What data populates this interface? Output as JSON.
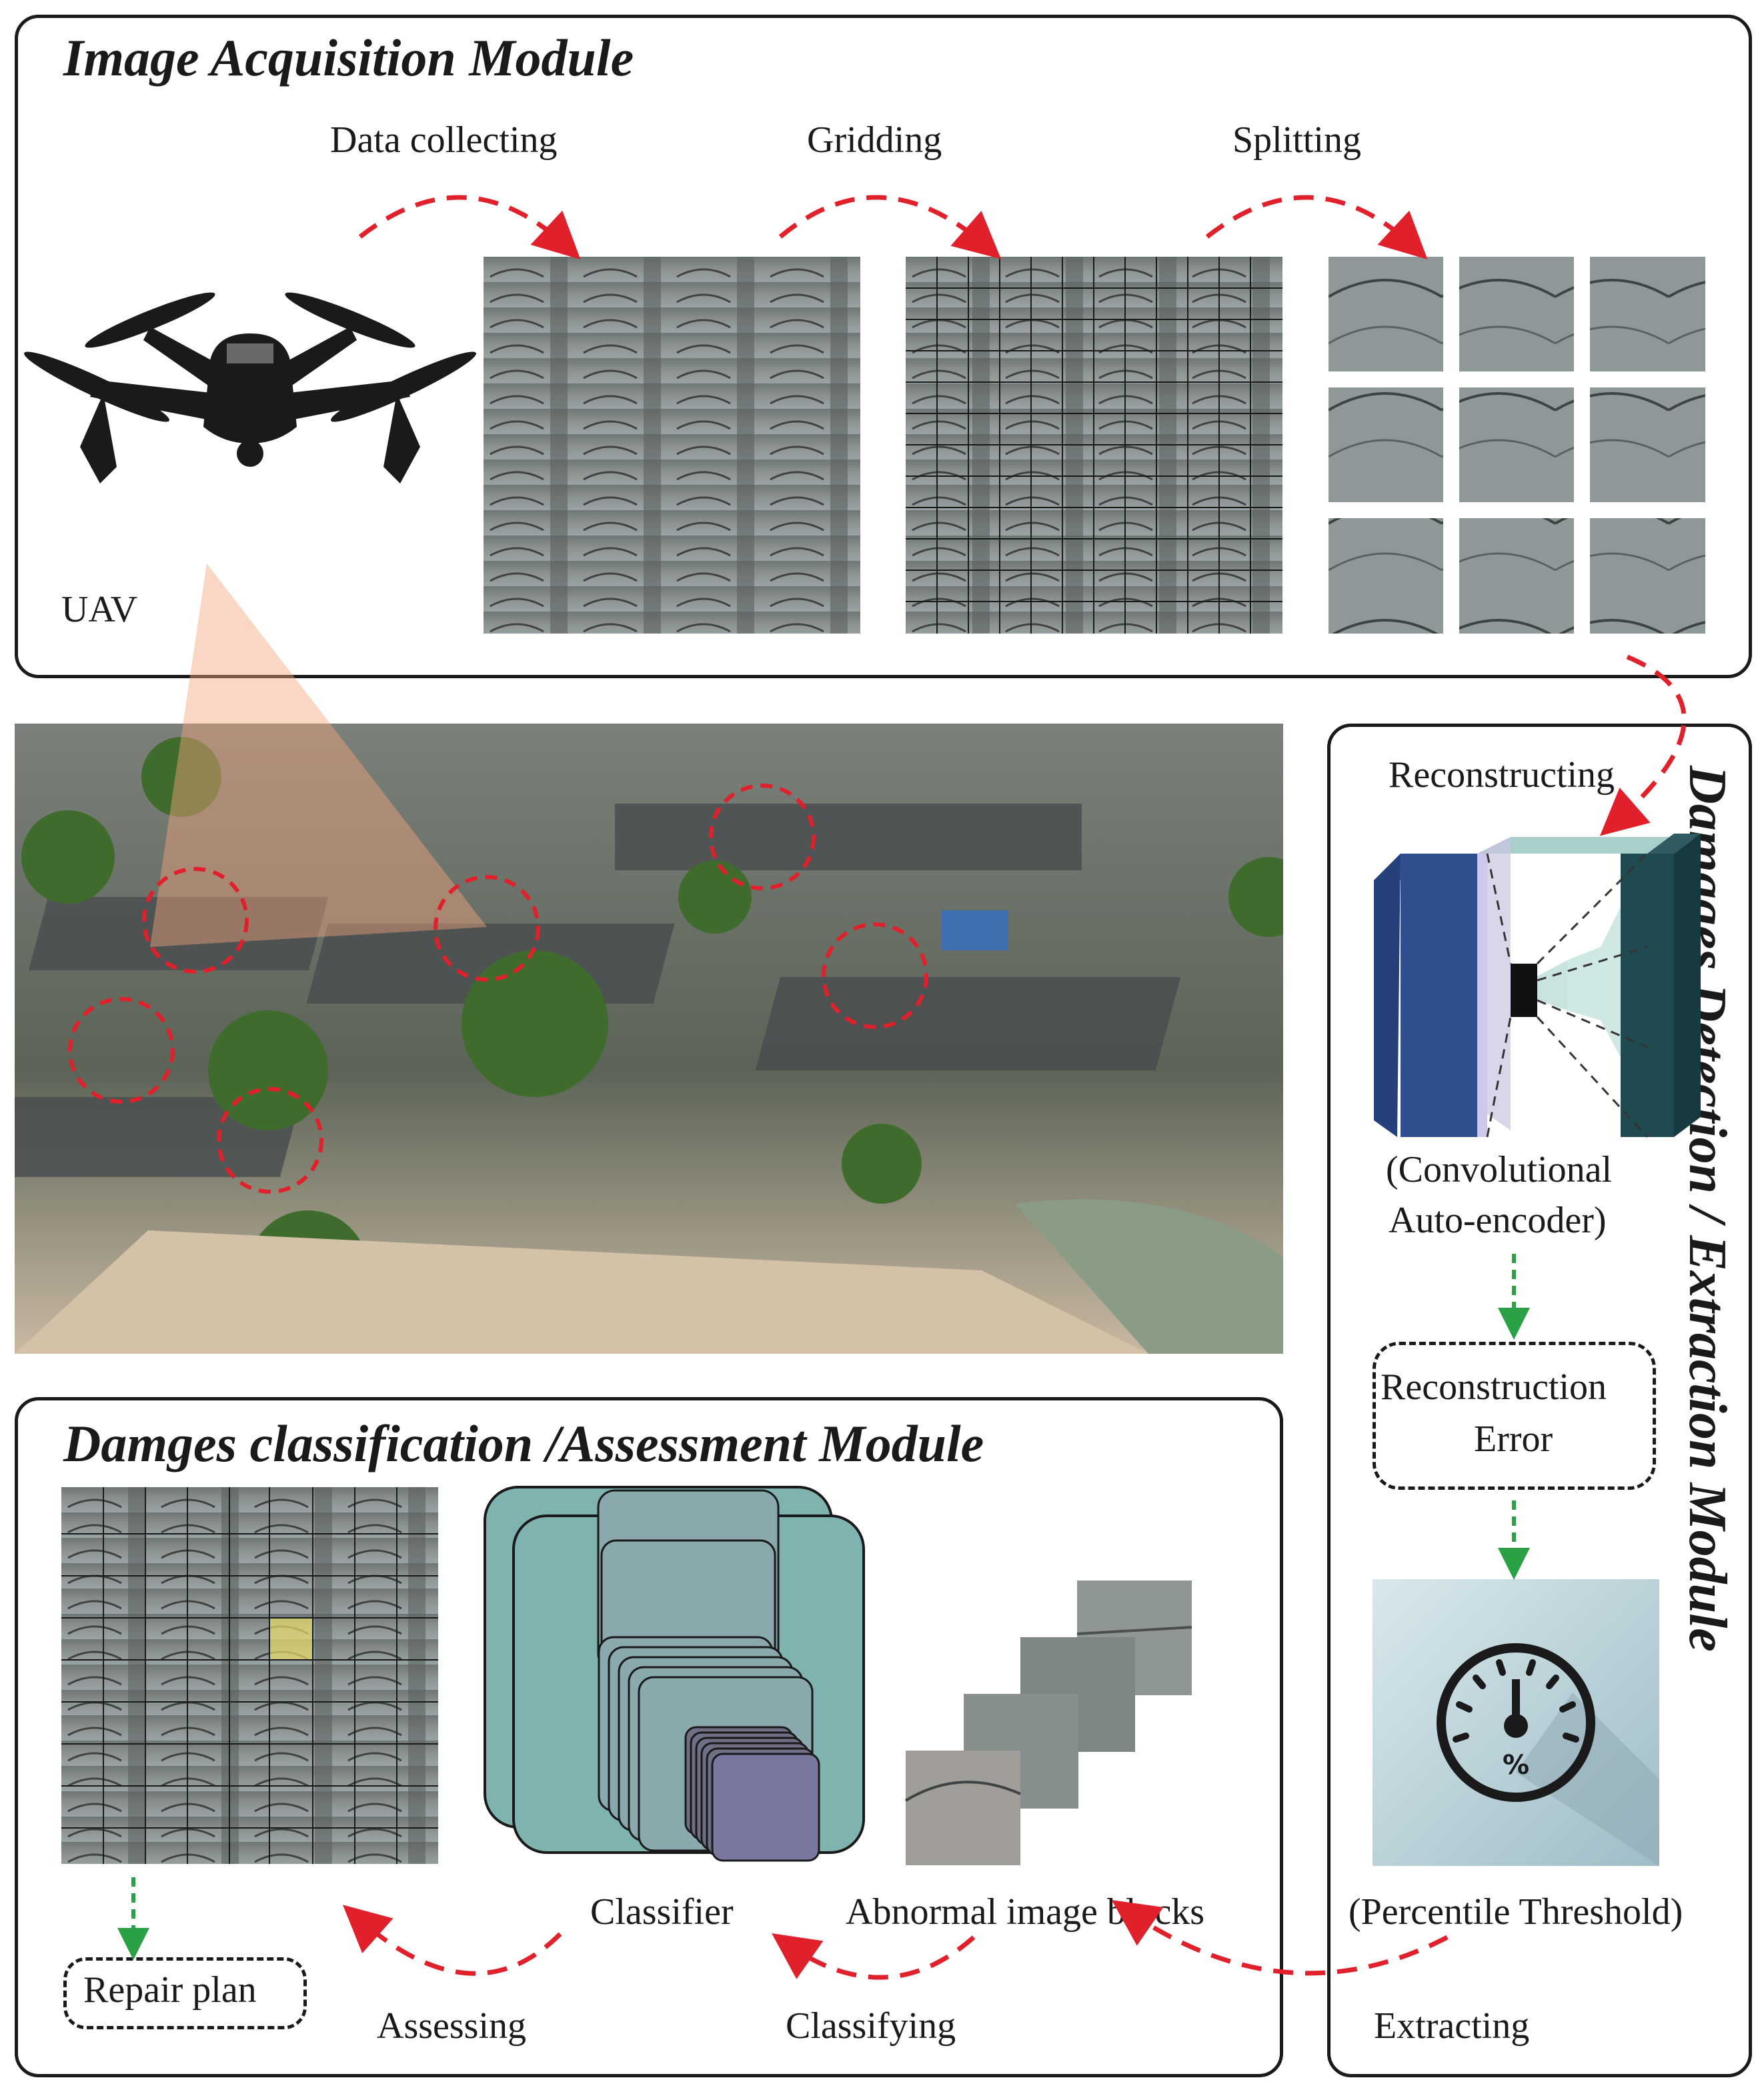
{
  "modules": {
    "acquisition": {
      "title": "Image Acquisition Module"
    },
    "detection": {
      "title": "Damages Detection / Extraction Module"
    },
    "classification": {
      "title": "Damges classification /Assessment Module"
    }
  },
  "labels": {
    "data_collecting": "Data collecting",
    "gridding": "Gridding",
    "splitting": "Splitting",
    "uav": "UAV",
    "reconstructing": "Reconstructing",
    "cae_line1": "(Convolutional",
    "cae_line2": "Auto-encoder)",
    "recon_error_line1": "Reconstruction",
    "recon_error_line2": "Error",
    "percentile": "(Percentile Threshold)",
    "extracting": "Extracting",
    "abnormal": "Abnormal image blocks",
    "classifier": "Classifier",
    "classifying": "Classifying",
    "assessing": "Assessing",
    "repair_plan": "Repair plan"
  },
  "gauge_symbol": "%",
  "icons": [
    "drone-icon",
    "gauge-icon"
  ],
  "colors": {
    "flow_arrow": "#e0202a",
    "step_arrow": "#2aa145",
    "damage_circle": "#e0202a",
    "encoder": "#2f4f8f",
    "decoder": "#1f4a4f",
    "classifier_bg": "#7fb3b0",
    "highlight_cell": "#e8dd6a"
  }
}
